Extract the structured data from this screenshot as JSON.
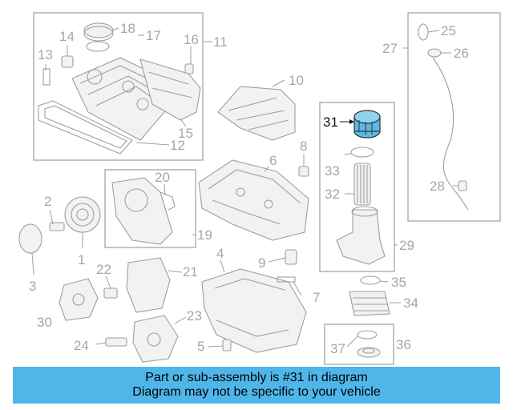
{
  "callouts": {
    "c1": "1",
    "c2": "2",
    "c3": "3",
    "c4": "4",
    "c5": "5",
    "c6": "6",
    "c7": "7",
    "c8": "8",
    "c9": "9",
    "c10": "10",
    "c11": "11",
    "c12": "12",
    "c13": "13",
    "c14": "14",
    "c15": "15",
    "c16": "16",
    "c17": "17",
    "c18": "18",
    "c19": "19",
    "c20": "20",
    "c21": "21",
    "c22": "22",
    "c23": "23",
    "c24": "24",
    "c25": "25",
    "c26": "26",
    "c27": "27",
    "c28": "28",
    "c29": "29",
    "c30": "30",
    "c31": "31",
    "c32": "32",
    "c33": "33",
    "c34": "34",
    "c35": "35",
    "c36": "36",
    "c37": "37"
  },
  "highlight_part": "31",
  "colors": {
    "highlight_part": "#5ab8e6",
    "banner": "#4fb6ea",
    "linework": "#9e9e9e"
  },
  "banner": {
    "line1": "Part or sub-assembly is #31 in diagram",
    "line2": "Diagram may not be specific to your vehicle"
  }
}
